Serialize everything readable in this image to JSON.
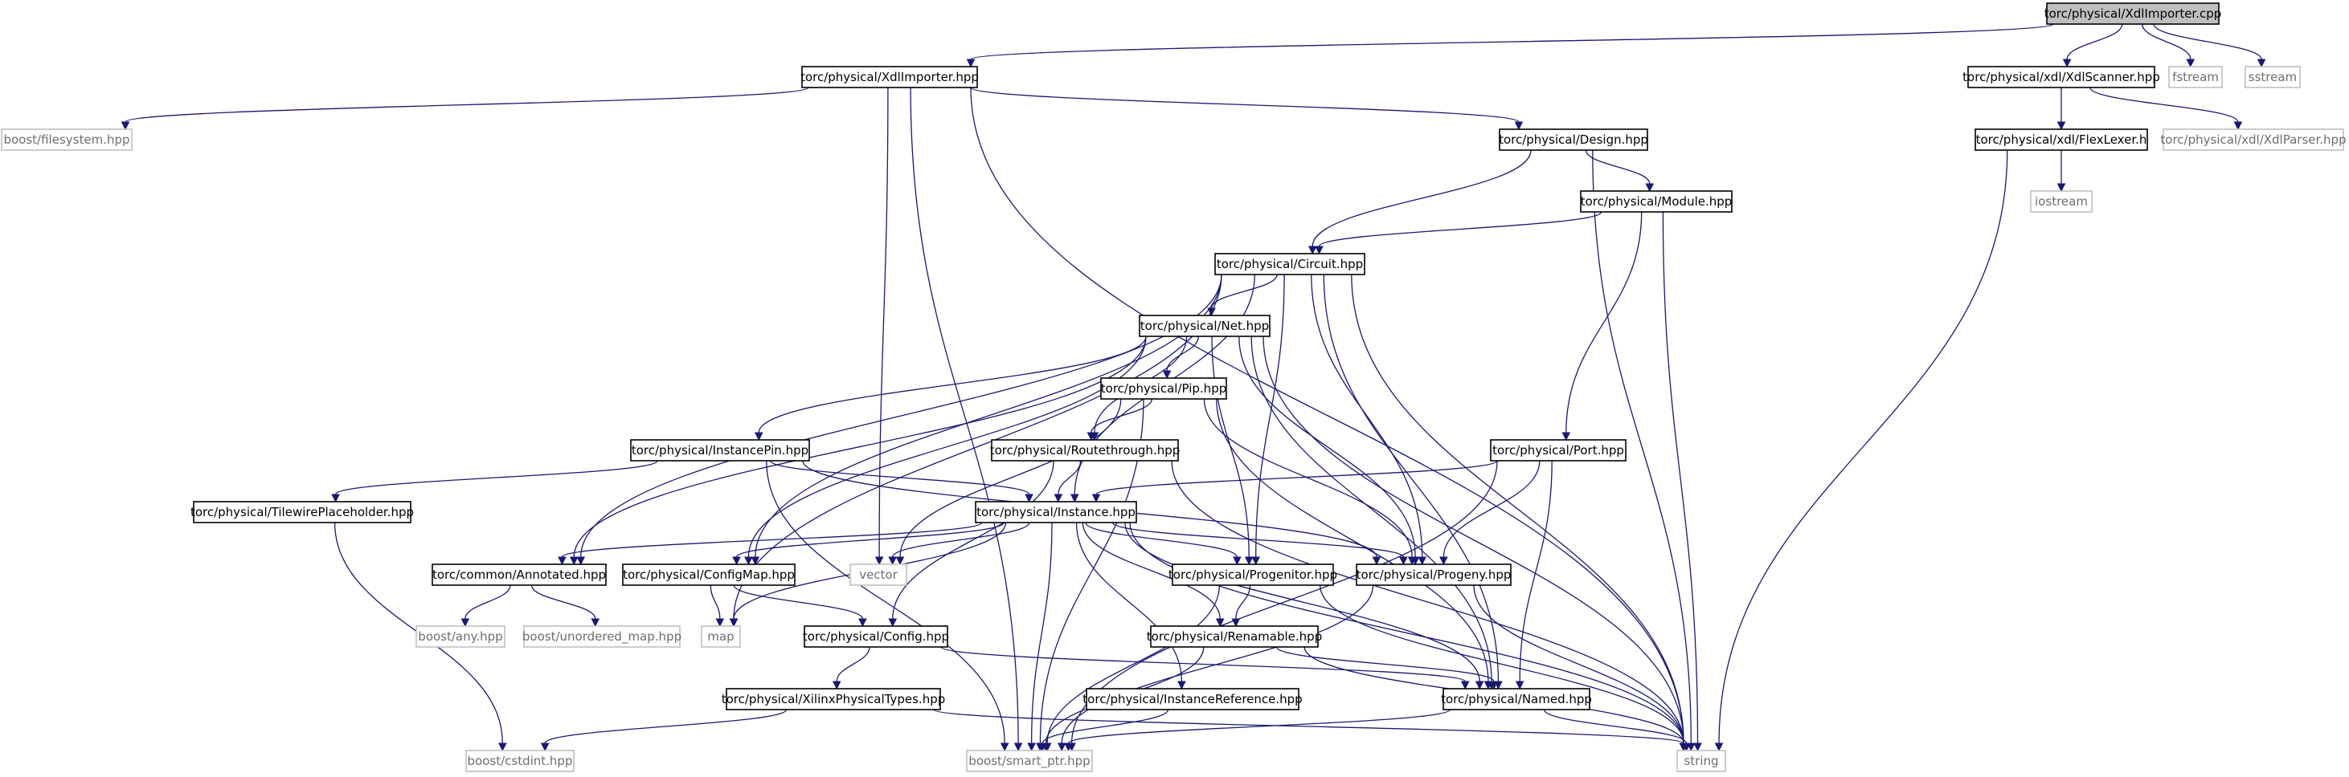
{
  "diagram": {
    "type": "include-dependency-graph",
    "colors": {
      "edge": "#191970",
      "root_fill": "#bfbfbf",
      "project_border": "#000000",
      "system_border": "#bfbfbf",
      "system_text": "#6e6e6e",
      "text": "#000000"
    },
    "nodes": [
      {
        "id": "root",
        "label": "torc/physical/XdlImporter.cpp",
        "kind": "root"
      },
      {
        "id": "xdlimporter_h",
        "label": "torc/physical/XdlImporter.hpp",
        "kind": "project"
      },
      {
        "id": "xdlscanner_h",
        "label": "torc/physical/xdl/XdlScanner.hpp",
        "kind": "project"
      },
      {
        "id": "fstream",
        "label": "fstream",
        "kind": "system"
      },
      {
        "id": "sstream",
        "label": "sstream",
        "kind": "system"
      },
      {
        "id": "boost_filesystem",
        "label": "boost/filesystem.hpp",
        "kind": "system"
      },
      {
        "id": "design_h",
        "label": "torc/physical/Design.hpp",
        "kind": "project"
      },
      {
        "id": "flexlexer_h",
        "label": "torc/physical/xdl/FlexLexer.h",
        "kind": "project"
      },
      {
        "id": "xdlparser_h",
        "label": "torc/physical/xdl/XdlParser.hpp",
        "kind": "system"
      },
      {
        "id": "iostream",
        "label": "iostream",
        "kind": "system"
      },
      {
        "id": "module_h",
        "label": "torc/physical/Module.hpp",
        "kind": "project"
      },
      {
        "id": "circuit_h",
        "label": "torc/physical/Circuit.hpp",
        "kind": "project"
      },
      {
        "id": "net_h",
        "label": "torc/physical/Net.hpp",
        "kind": "project"
      },
      {
        "id": "pip_h",
        "label": "torc/physical/Pip.hpp",
        "kind": "project"
      },
      {
        "id": "instancepin_h",
        "label": "torc/physical/InstancePin.hpp",
        "kind": "project"
      },
      {
        "id": "routethrough_h",
        "label": "torc/physical/Routethrough.hpp",
        "kind": "project"
      },
      {
        "id": "port_h",
        "label": "torc/physical/Port.hpp",
        "kind": "project"
      },
      {
        "id": "tilewire_h",
        "label": "torc/physical/TilewirePlaceholder.hpp",
        "kind": "project"
      },
      {
        "id": "instance_h",
        "label": "torc/physical/Instance.hpp",
        "kind": "project"
      },
      {
        "id": "annotated_h",
        "label": "torc/common/Annotated.hpp",
        "kind": "project"
      },
      {
        "id": "configmap_h",
        "label": "torc/physical/ConfigMap.hpp",
        "kind": "project"
      },
      {
        "id": "vector",
        "label": "vector",
        "kind": "system"
      },
      {
        "id": "progenitor_h",
        "label": "torc/physical/Progenitor.hpp",
        "kind": "project"
      },
      {
        "id": "progeny_h",
        "label": "torc/physical/Progeny.hpp",
        "kind": "project"
      },
      {
        "id": "boost_any",
        "label": "boost/any.hpp",
        "kind": "system"
      },
      {
        "id": "boost_unordered",
        "label": "boost/unordered_map.hpp",
        "kind": "system"
      },
      {
        "id": "map",
        "label": "map",
        "kind": "system"
      },
      {
        "id": "config_h",
        "label": "torc/physical/Config.hpp",
        "kind": "project"
      },
      {
        "id": "renamable_h",
        "label": "torc/physical/Renamable.hpp",
        "kind": "project"
      },
      {
        "id": "xilinxtypes_h",
        "label": "torc/physical/XilinxPhysicalTypes.hpp",
        "kind": "project"
      },
      {
        "id": "instanceref_h",
        "label": "torc/physical/InstanceReference.hpp",
        "kind": "project"
      },
      {
        "id": "named_h",
        "label": "torc/physical/Named.hpp",
        "kind": "project"
      },
      {
        "id": "boost_cstdint",
        "label": "boost/cstdint.hpp",
        "kind": "system"
      },
      {
        "id": "boost_smart_ptr",
        "label": "boost/smart_ptr.hpp",
        "kind": "system"
      },
      {
        "id": "string",
        "label": "string",
        "kind": "system"
      }
    ],
    "edges": [
      {
        "from": "root",
        "to": "xdlimporter_h"
      },
      {
        "from": "root",
        "to": "xdlscanner_h"
      },
      {
        "from": "root",
        "to": "fstream"
      },
      {
        "from": "root",
        "to": "sstream"
      },
      {
        "from": "xdlimporter_h",
        "to": "boost_filesystem"
      },
      {
        "from": "xdlimporter_h",
        "to": "design_h"
      },
      {
        "from": "xdlimporter_h",
        "to": "vector"
      },
      {
        "from": "xdlimporter_h",
        "to": "boost_smart_ptr"
      },
      {
        "from": "xdlimporter_h",
        "to": "string"
      },
      {
        "from": "xdlscanner_h",
        "to": "flexlexer_h"
      },
      {
        "from": "xdlscanner_h",
        "to": "xdlparser_h"
      },
      {
        "from": "flexlexer_h",
        "to": "iostream"
      },
      {
        "from": "flexlexer_h",
        "to": "string"
      },
      {
        "from": "design_h",
        "to": "module_h"
      },
      {
        "from": "design_h",
        "to": "circuit_h"
      },
      {
        "from": "design_h",
        "to": "string"
      },
      {
        "from": "module_h",
        "to": "circuit_h"
      },
      {
        "from": "module_h",
        "to": "port_h"
      },
      {
        "from": "module_h",
        "to": "string"
      },
      {
        "from": "circuit_h",
        "to": "net_h"
      },
      {
        "from": "circuit_h",
        "to": "instance_h"
      },
      {
        "from": "circuit_h",
        "to": "annotated_h"
      },
      {
        "from": "circuit_h",
        "to": "configmap_h"
      },
      {
        "from": "circuit_h",
        "to": "progenitor_h"
      },
      {
        "from": "circuit_h",
        "to": "progeny_h"
      },
      {
        "from": "circuit_h",
        "to": "named_h"
      },
      {
        "from": "circuit_h",
        "to": "map"
      },
      {
        "from": "circuit_h",
        "to": "string"
      },
      {
        "from": "net_h",
        "to": "pip_h"
      },
      {
        "from": "net_h",
        "to": "instancepin_h"
      },
      {
        "from": "net_h",
        "to": "routethrough_h"
      },
      {
        "from": "net_h",
        "to": "annotated_h"
      },
      {
        "from": "net_h",
        "to": "configmap_h"
      },
      {
        "from": "net_h",
        "to": "progenitor_h"
      },
      {
        "from": "net_h",
        "to": "progeny_h"
      },
      {
        "from": "net_h",
        "to": "named_h"
      },
      {
        "from": "net_h",
        "to": "string"
      },
      {
        "from": "pip_h",
        "to": "routethrough_h"
      },
      {
        "from": "pip_h",
        "to": "progeny_h"
      },
      {
        "from": "pip_h",
        "to": "vector"
      },
      {
        "from": "pip_h",
        "to": "boost_smart_ptr"
      },
      {
        "from": "pip_h",
        "to": "named_h"
      },
      {
        "from": "routethrough_h",
        "to": "instance_h"
      },
      {
        "from": "routethrough_h",
        "to": "config_h"
      },
      {
        "from": "routethrough_h",
        "to": "string"
      },
      {
        "from": "instancepin_h",
        "to": "tilewire_h"
      },
      {
        "from": "instancepin_h",
        "to": "instance_h"
      },
      {
        "from": "instancepin_h",
        "to": "progeny_h"
      },
      {
        "from": "instancepin_h",
        "to": "boost_smart_ptr"
      },
      {
        "from": "port_h",
        "to": "instance_h"
      },
      {
        "from": "port_h",
        "to": "progeny_h"
      },
      {
        "from": "port_h",
        "to": "named_h"
      },
      {
        "from": "port_h",
        "to": "boost_smart_ptr"
      },
      {
        "from": "tilewire_h",
        "to": "boost_cstdint"
      },
      {
        "from": "instance_h",
        "to": "annotated_h"
      },
      {
        "from": "instance_h",
        "to": "configmap_h"
      },
      {
        "from": "instance_h",
        "to": "vector"
      },
      {
        "from": "instance_h",
        "to": "progenitor_h"
      },
      {
        "from": "instance_h",
        "to": "progeny_h"
      },
      {
        "from": "instance_h",
        "to": "map"
      },
      {
        "from": "instance_h",
        "to": "renamable_h"
      },
      {
        "from": "instance_h",
        "to": "instanceref_h"
      },
      {
        "from": "instance_h",
        "to": "named_h"
      },
      {
        "from": "instance_h",
        "to": "boost_smart_ptr"
      },
      {
        "from": "instance_h",
        "to": "string"
      },
      {
        "from": "annotated_h",
        "to": "boost_any"
      },
      {
        "from": "annotated_h",
        "to": "boost_unordered"
      },
      {
        "from": "configmap_h",
        "to": "map"
      },
      {
        "from": "configmap_h",
        "to": "config_h"
      },
      {
        "from": "progenitor_h",
        "to": "renamable_h"
      },
      {
        "from": "progenitor_h",
        "to": "boost_smart_ptr"
      },
      {
        "from": "progenitor_h",
        "to": "string"
      },
      {
        "from": "progeny_h",
        "to": "boost_smart_ptr"
      },
      {
        "from": "progeny_h",
        "to": "string"
      },
      {
        "from": "config_h",
        "to": "xilinxtypes_h"
      },
      {
        "from": "config_h",
        "to": "named_h"
      },
      {
        "from": "renamable_h",
        "to": "named_h"
      },
      {
        "from": "renamable_h",
        "to": "boost_smart_ptr"
      },
      {
        "from": "renamable_h",
        "to": "string"
      },
      {
        "from": "xilinxtypes_h",
        "to": "boost_cstdint"
      },
      {
        "from": "xilinxtypes_h",
        "to": "string"
      },
      {
        "from": "instanceref_h",
        "to": "boost_smart_ptr"
      },
      {
        "from": "named_h",
        "to": "boost_smart_ptr"
      },
      {
        "from": "named_h",
        "to": "string"
      }
    ]
  }
}
